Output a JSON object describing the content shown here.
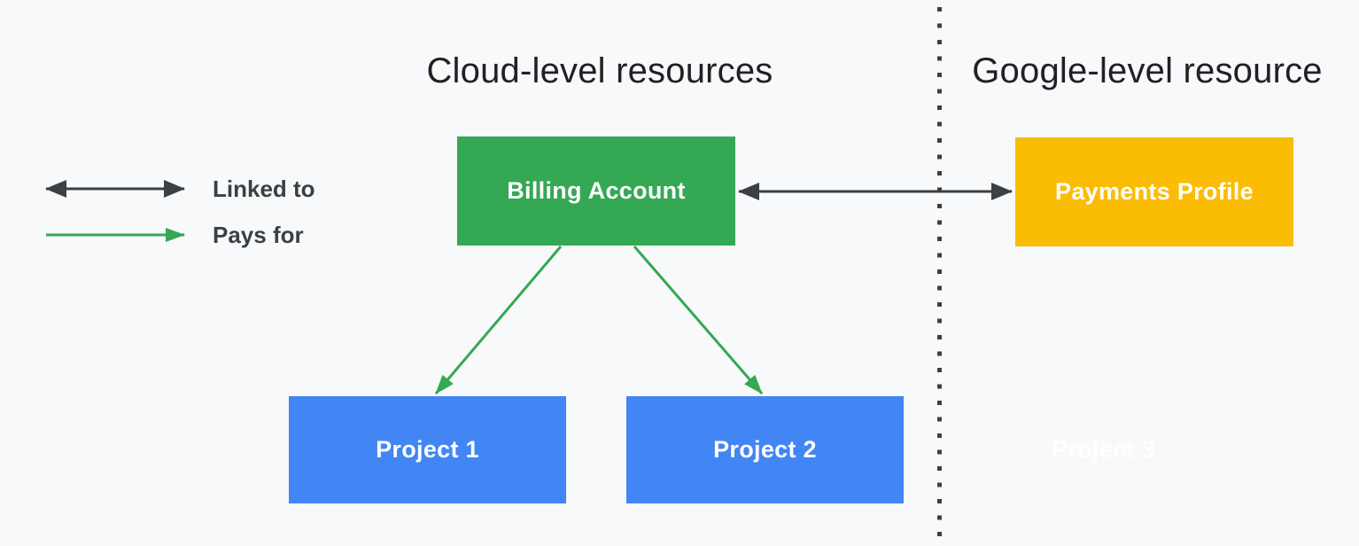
{
  "sections": {
    "left_title": "Cloud-level resources",
    "right_title": "Google-level resource"
  },
  "legend": {
    "items": [
      {
        "label": "Linked to",
        "arrow_style": "double-headed-dark"
      },
      {
        "label": "Pays for",
        "arrow_style": "single-headed-green"
      }
    ]
  },
  "nodes": {
    "billing_account": {
      "label": "Billing Account",
      "color": "#34a853"
    },
    "payments_profile": {
      "label": "Payments Profile",
      "color": "#fbbc04"
    },
    "project_1": {
      "label": "Project 1",
      "color": "#4285f4"
    },
    "project_2": {
      "label": "Project 2",
      "color": "#4285f4"
    },
    "project_3": {
      "label": "Project 3",
      "color": "#ffffff"
    }
  },
  "edges": [
    {
      "from": "Billing Account",
      "to": "Payments Profile",
      "relation": "Linked to"
    },
    {
      "from": "Billing Account",
      "to": "Project 1",
      "relation": "Pays for"
    },
    {
      "from": "Billing Account",
      "to": "Project 2",
      "relation": "Pays for"
    }
  ],
  "colors": {
    "background": "#f8f9fa",
    "title_text": "#202124",
    "legend_text": "#3c4043",
    "arrow_dark": "#3c4043",
    "arrow_green": "#34a853",
    "divider_dots": "#3c4043",
    "node_label_text": "#ffffff"
  }
}
